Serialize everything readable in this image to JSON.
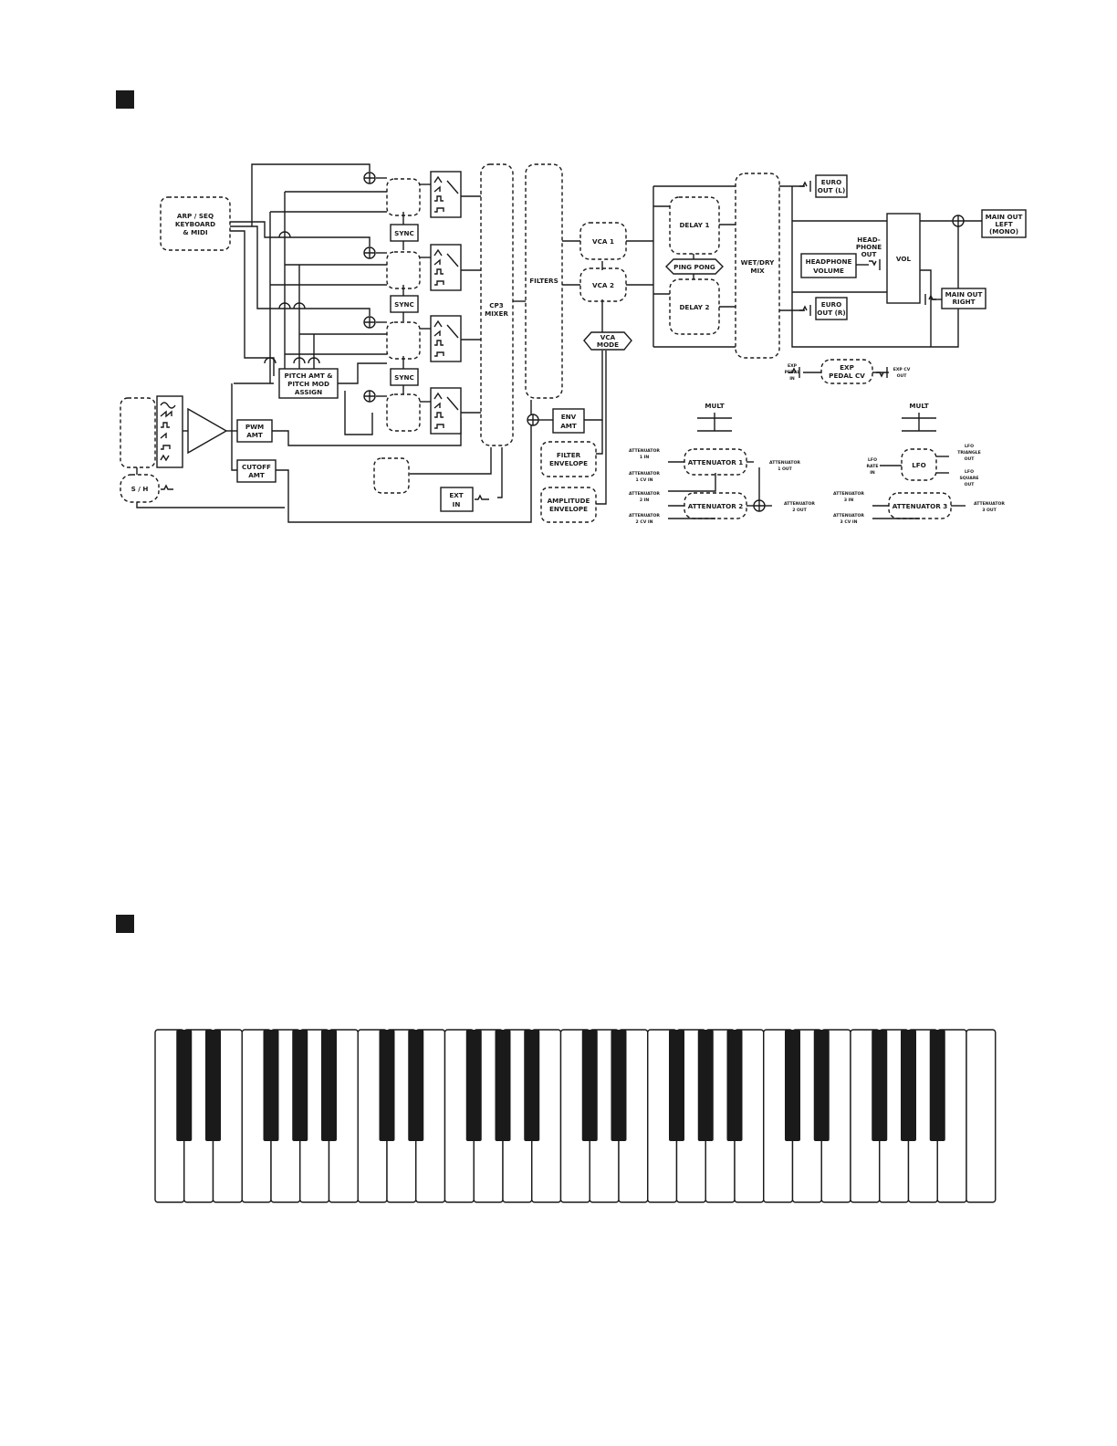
{
  "blocks": {
    "arp": [
      "ARP / SEQ",
      "KEYBOARD",
      "& MIDI"
    ],
    "sync": "SYNC",
    "pitch_amt": [
      "PITCH AMT &",
      "PITCH MOD",
      "ASSIGN"
    ],
    "pwm_amt": [
      "PWM",
      "AMT"
    ],
    "cutoff_amt": [
      "CUTOFF",
      "AMT"
    ],
    "sh": "S / H",
    "cp3_mixer": [
      "CP3",
      "MIXER"
    ],
    "filters": "FILTERS",
    "ext_in": [
      "EXT",
      "IN"
    ],
    "env_amt": [
      "ENV",
      "AMT"
    ],
    "filter_env": [
      "FILTER",
      "ENVELOPE"
    ],
    "amp_env": [
      "AMPLITUDE",
      "ENVELOPE"
    ],
    "vca1": "VCA 1",
    "vca2": "VCA 2",
    "vca_mode": [
      "VCA",
      "MODE"
    ],
    "delay1": "DELAY 1",
    "delay2": "DELAY 2",
    "ping_pong": "PING PONG",
    "wet_dry": [
      "WET/DRY",
      "MIX"
    ],
    "euro_l": [
      "EURO",
      "OUT (L)"
    ],
    "euro_r": [
      "EURO",
      "OUT (R)"
    ],
    "headphone_vol": [
      "HEADPHONE",
      "VOLUME"
    ],
    "headphone_out": [
      "HEAD-",
      "PHONE",
      "OUT"
    ],
    "vol": "VOL",
    "main_left": [
      "MAIN OUT",
      "LEFT",
      "(MONO)"
    ],
    "main_right": [
      "MAIN OUT",
      "RIGHT"
    ],
    "exp_pedal_cv": [
      "EXP",
      "PEDAL CV"
    ],
    "exp_pedal_in": [
      "EXP",
      "PEDAL",
      "IN"
    ],
    "exp_cv_out": [
      "EXP CV",
      "OUT"
    ],
    "mult": "MULT",
    "att1": "ATTENUATOR 1",
    "att2": "ATTENUATOR 2",
    "att3": "ATTENUATOR 3",
    "att1_in": [
      "ATTENUATOR",
      "1 IN"
    ],
    "att1_cv": [
      "ATTENUATOR",
      "1 CV IN"
    ],
    "att2_in": [
      "ATTENUATOR",
      "2 IN"
    ],
    "att2_cv": [
      "ATTENUATOR",
      "2 CV IN"
    ],
    "att3_in": [
      "ATTENUATOR",
      "3 IN"
    ],
    "att3_cv": [
      "ATTENUATOR",
      "3 CV IN"
    ],
    "att1_out": [
      "ATTENUATOR",
      "1 OUT"
    ],
    "att2_out": [
      "ATTENUATOR",
      "2 OUT"
    ],
    "att3_out": [
      "ATTENUATOR",
      "3 OUT"
    ],
    "lfo": "LFO",
    "lfo_rate": [
      "LFO",
      "RATE",
      "IN"
    ],
    "lfo_tri": [
      "LFO",
      "TRIANGLE",
      "OUT"
    ],
    "lfo_sq": [
      "LFO",
      "SQUARE",
      "OUT"
    ]
  },
  "keyboard": {
    "white_keys": 29,
    "black_pattern": [
      1,
      1,
      0,
      1,
      1,
      1,
      0
    ]
  }
}
